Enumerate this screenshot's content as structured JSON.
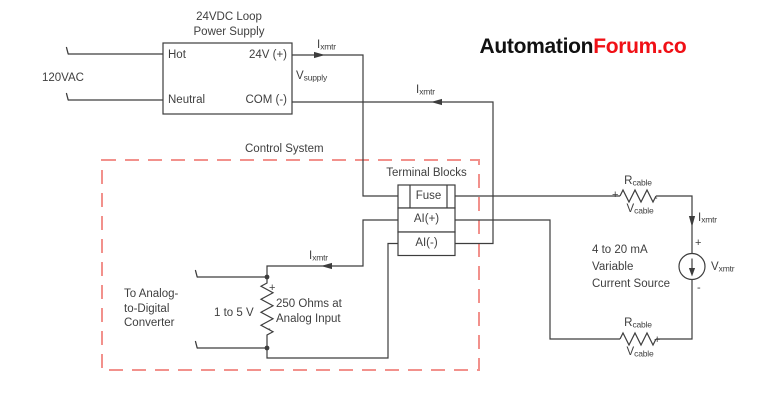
{
  "logo": {
    "text_black": "Automation",
    "text_red": "Forum.co"
  },
  "power_supply": {
    "title_line1": "24VDC Loop",
    "title_line2": "Power Supply",
    "input": "120VAC",
    "hot": "Hot",
    "neutral": "Neutral",
    "out_pos": "24V (+)",
    "out_neg": "COM (-)"
  },
  "labels": {
    "i_xmtr": {
      "sym": "I",
      "sub": "xmtr"
    },
    "v_supply": {
      "sym": "V",
      "sub": "supply"
    },
    "r_cable": {
      "sym": "R",
      "sub": "cable"
    },
    "v_cable": {
      "sym": "V",
      "sub": "cable"
    },
    "v_xmtr": {
      "sym": "V",
      "sub": "xmtr"
    }
  },
  "control_system": {
    "title": "Control System",
    "terminal_blocks_title": "Terminal Blocks",
    "rows": [
      "Fuse",
      "AI(+)",
      "AI(-)"
    ],
    "adc_lines": [
      "To Analog-",
      "to-Digital",
      "Converter"
    ],
    "resistor_range": "1 to 5 V",
    "resistor_desc": [
      "250 Ohms at",
      "Analog Input"
    ]
  },
  "source": {
    "desc": [
      "4 to 20 mA",
      "Variable",
      "Current Source"
    ]
  },
  "signs": {
    "plus": "+",
    "minus": "-"
  },
  "colors": {
    "wire": "#3d3d3d",
    "control_border": "#f2918c",
    "logo_red": "#f01016",
    "text": "#3f3f3f"
  }
}
